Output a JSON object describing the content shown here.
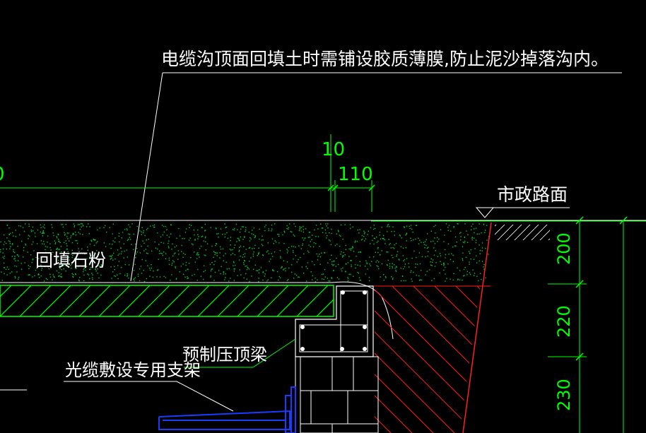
{
  "annotations": {
    "top_note": "电缆沟顶面回填土时需铺设胶质薄膜,防止泥沙掉落沟内。",
    "municipal_road": "市政路面",
    "backfill": "回填石粉",
    "precast_beam": "预制压顶梁",
    "cable_bracket": "光缆敷设专用支架"
  },
  "dimensions": {
    "d10": "10",
    "d110": "110",
    "d200": "200",
    "d220": "220",
    "d230": "230",
    "partial_left": "0"
  },
  "colors": {
    "background": "#000000",
    "dimension": "#00ff00",
    "text": "#ffffff",
    "hatch_red": "#ff2020",
    "steel_blue": "#1a3cff"
  }
}
